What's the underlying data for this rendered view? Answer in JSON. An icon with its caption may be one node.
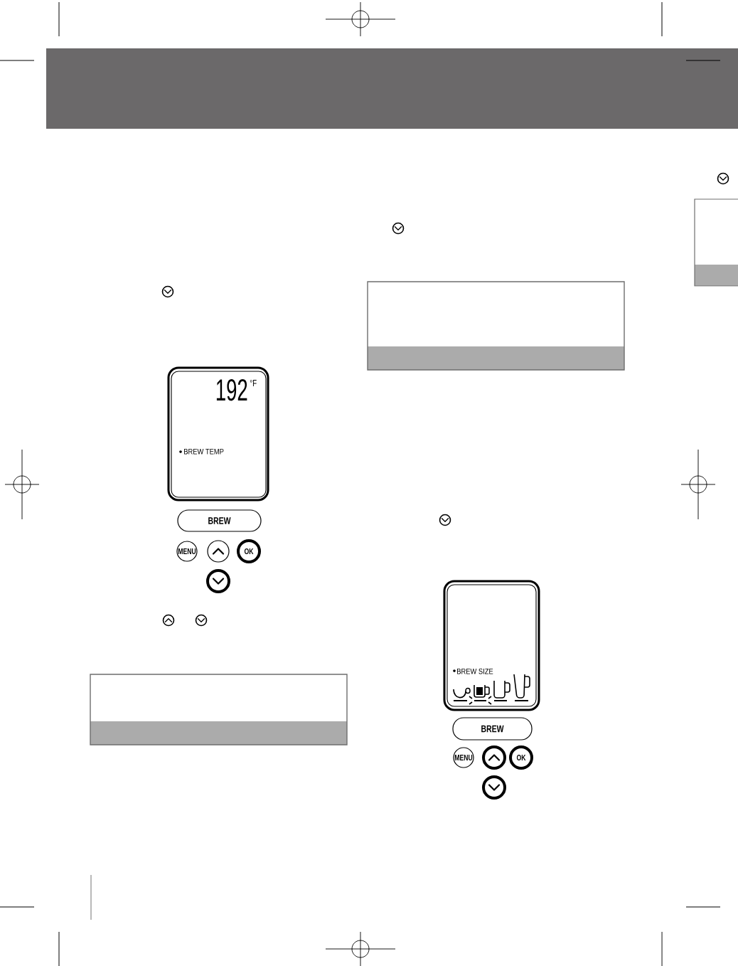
{
  "diagram": {
    "nodes": [
      {
        "text": [
          "192",
          "°F",
          "BREW TEMP"
        ]
      },
      {
        "text": [
          "BREW"
        ]
      },
      {
        "text": [
          "MENU"
        ]
      },
      {
        "text": [],
        "shape": "circle"
      },
      {
        "text": [
          "OK"
        ]
      },
      {
        "text": [],
        "shape": "circle"
      },
      {
        "text": [
          "BREW SIZE"
        ]
      },
      {
        "text": [
          "BREW"
        ]
      },
      {
        "text": [
          "MENU"
        ]
      },
      {
        "text": [],
        "shape": "circle"
      },
      {
        "text": [
          "OK"
        ]
      },
      {
        "text": [],
        "shape": "circle"
      }
    ]
  }
}
